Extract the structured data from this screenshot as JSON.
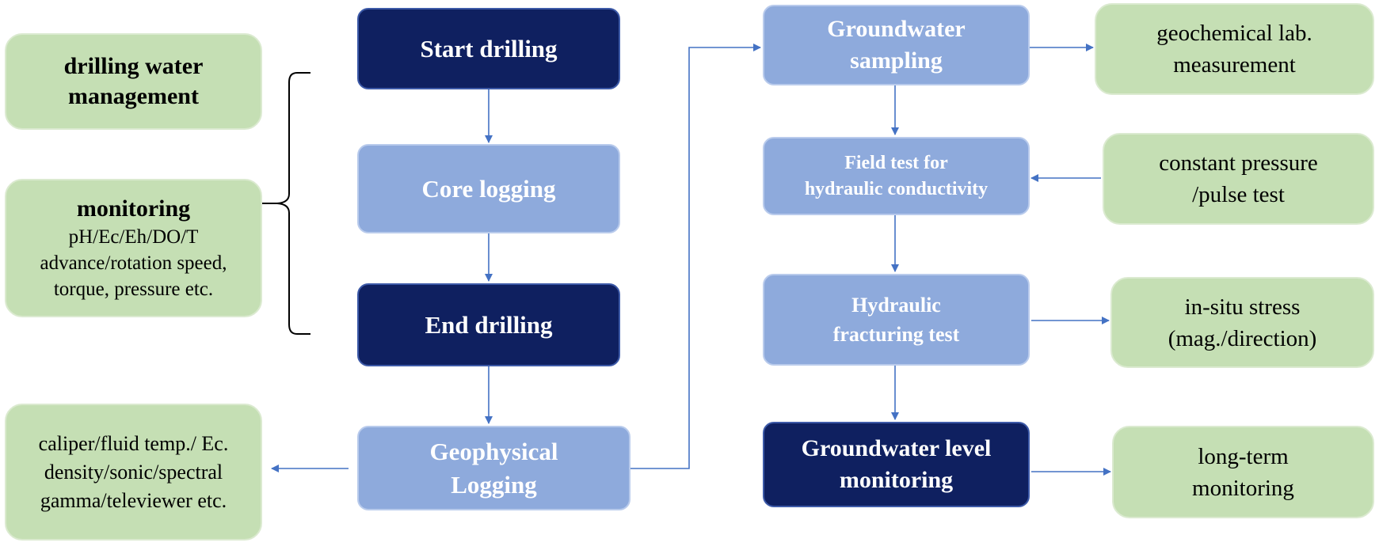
{
  "center_steps": {
    "start_drilling": "Start drilling",
    "core_logging": "Core logging",
    "end_drilling": "End drilling",
    "geophysical_logging": [
      "Geophysical",
      "Logging"
    ]
  },
  "right_steps": {
    "groundwater_sampling": [
      "Groundwater",
      "sampling"
    ],
    "field_test": [
      "Field test for",
      "hydraulic conductivity"
    ],
    "hydraulic_fracturing": [
      "Hydraulic",
      "fracturing test"
    ],
    "groundwater_level": [
      "Groundwater level",
      "monitoring"
    ]
  },
  "left_notes": {
    "drilling_water": [
      "drilling water",
      "management"
    ],
    "monitoring_title": "monitoring",
    "monitoring_lines": [
      "pH/Ec/Eh/DO/T",
      "advance/rotation speed,",
      "torque, pressure etc."
    ],
    "logging_items": [
      "caliper/fluid temp./ Ec.",
      "density/sonic/spectral",
      "gamma/televiewer etc."
    ]
  },
  "right_notes": {
    "geochem": [
      "geochemical lab.",
      "measurement"
    ],
    "pressure_test": [
      "constant pressure",
      "/pulse test"
    ],
    "stress": [
      "in-situ stress",
      "(mag./direction)"
    ],
    "long_term": [
      "long-term",
      "monitoring"
    ]
  },
  "colors": {
    "navy": "#0f2060",
    "light_blue": "#8eaadc",
    "green": "#c5dfb4",
    "arrow": "#4472c4"
  }
}
